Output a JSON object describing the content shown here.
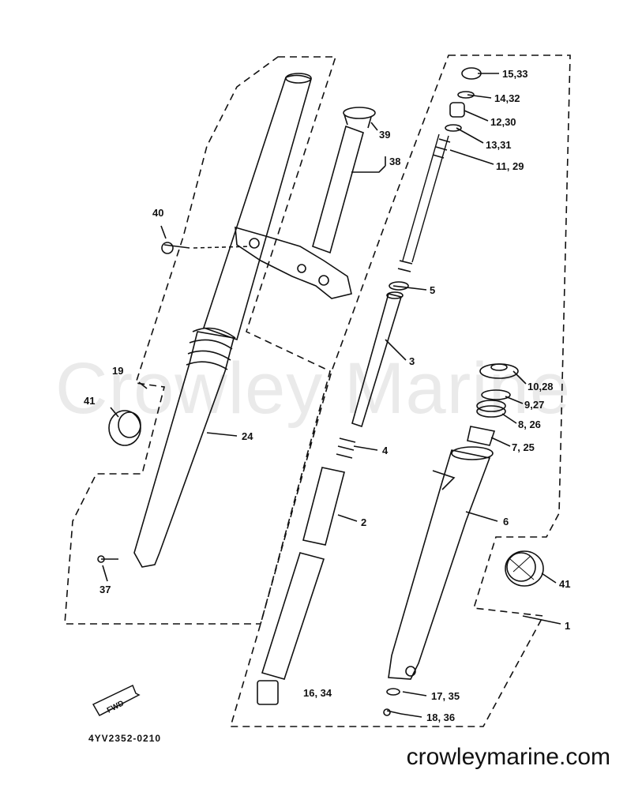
{
  "watermark": "Crowley Marine",
  "site": "crowleymarine.com",
  "drawing_code": "4YV2352-0210",
  "fwd_badge": "FWD",
  "callouts": {
    "c15_33": "15,33",
    "c14_32": "14,32",
    "c12_30": "12,30",
    "c13_31": "13,31",
    "c11_29": "11, 29",
    "c39": "39",
    "c38": "38",
    "c40": "40",
    "c5": "5",
    "c3": "3",
    "c19": "19",
    "c10_28": "10,28",
    "c41_left": "41",
    "c9_27": "9,27",
    "c24": "24",
    "c8_26": "8, 26",
    "c7_25": "7, 25",
    "c4": "4",
    "c2": "2",
    "c6": "6",
    "c41_right": "41",
    "c37": "37",
    "c1": "1",
    "c16_34": "16, 34",
    "c17_35": "17, 35",
    "c18_36": "18, 36"
  }
}
